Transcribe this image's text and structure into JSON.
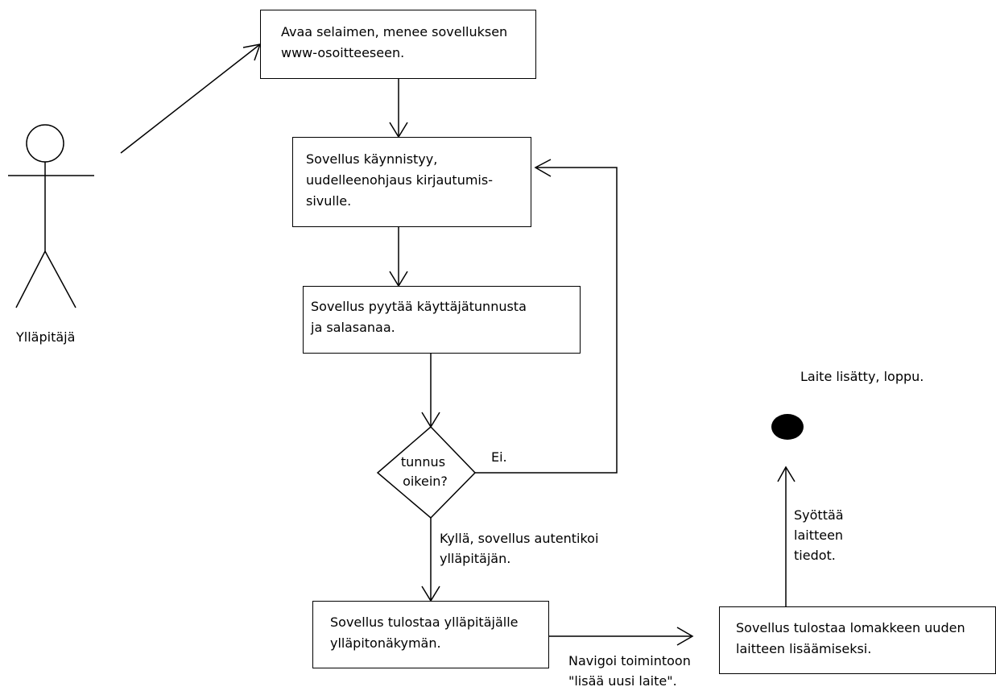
{
  "actor": {
    "label": "Ylläpitäjä"
  },
  "steps": {
    "open_browser": "Avaa selaimen, menee sovelluksen\nwww-osoitteeseen.",
    "app_starts": "Sovellus käynnistyy,\nuudelleenohjaus kirjautumis-\nsivulle.",
    "ask_credentials": "Sovellus pyytää käyttäjätunnusta\nja salasanaa.",
    "print_admin_view": "Sovellus tulostaa ylläpitäjälle\nylläpitonäkymän.",
    "print_form": "Sovellus tulostaa lomakkeen uuden\nlaitteen lisäämiseksi."
  },
  "decision": {
    "label": "tunnus\noikein?"
  },
  "edges": {
    "no": "Ei.",
    "yes": "Kyllä, sovellus autentikoi\nylläpitäjän.",
    "navigate": "Navigoi toimintoon\n\"lisää uusi laite\".",
    "enter_data": "Syöttää\nlaitteen\ntiedot."
  },
  "end": {
    "label": "Laite lisätty, loppu."
  }
}
